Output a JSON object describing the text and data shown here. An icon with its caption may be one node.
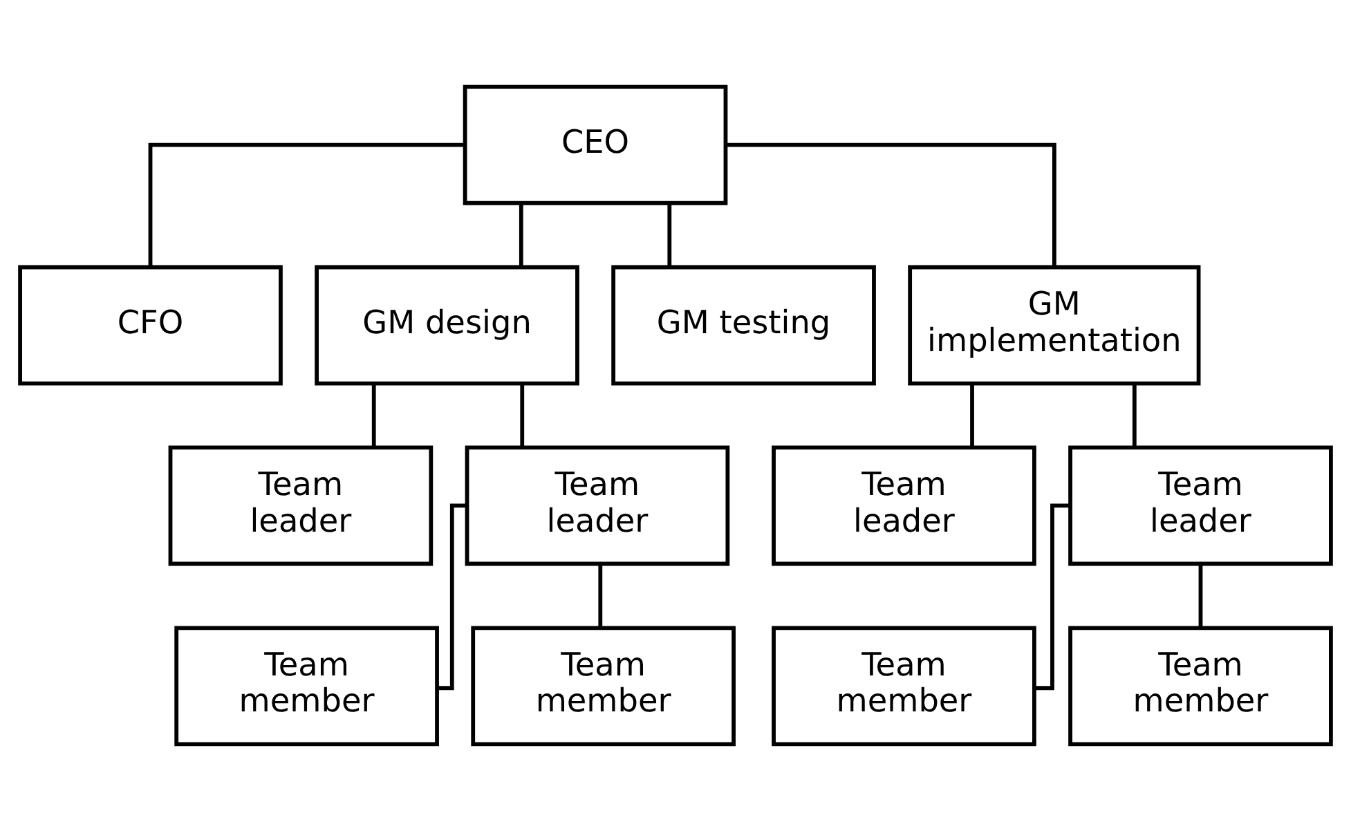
{
  "diagram": {
    "nodes": [
      {
        "text": [
          "CEO"
        ]
      },
      {
        "text": [
          "CFO"
        ]
      },
      {
        "text": [
          "GM design"
        ]
      },
      {
        "text": [
          "GM testing"
        ]
      },
      {
        "text": [
          "GM implementation"
        ]
      },
      {
        "text": [
          "Team leader"
        ]
      },
      {
        "text": [
          "Team leader"
        ]
      },
      {
        "text": [
          "Team leader"
        ]
      },
      {
        "text": [
          "Team leader"
        ]
      },
      {
        "text": [
          "Team member"
        ]
      },
      {
        "text": [
          "Team member"
        ]
      },
      {
        "text": [
          "Team member"
        ]
      },
      {
        "text": [
          "Team member"
        ]
      }
    ],
    "edges": [
      {
        "from": 0,
        "to": 1,
        "arrow": "none"
      },
      {
        "from": 0,
        "to": 2,
        "arrow": "none"
      },
      {
        "from": 0,
        "to": 3,
        "arrow": "none"
      },
      {
        "from": 0,
        "to": 4,
        "arrow": "none"
      },
      {
        "from": 2,
        "to": 5,
        "arrow": "none"
      },
      {
        "from": 2,
        "to": 6,
        "arrow": "none"
      },
      {
        "from": 4,
        "to": 7,
        "arrow": "none"
      },
      {
        "from": 4,
        "to": 8,
        "arrow": "none"
      },
      {
        "from": 6,
        "to": 9,
        "arrow": "none"
      },
      {
        "from": 6,
        "to": 10,
        "arrow": "none"
      },
      {
        "from": 8,
        "to": 11,
        "arrow": "none"
      },
      {
        "from": 8,
        "to": 12,
        "arrow": "none"
      }
    ]
  }
}
